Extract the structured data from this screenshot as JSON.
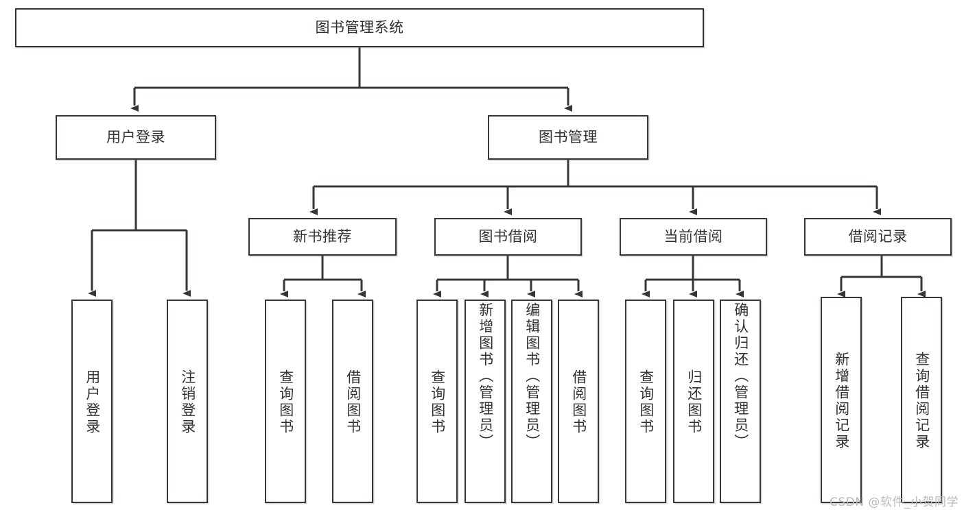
{
  "diagram": {
    "title_node": {
      "id": "root",
      "label": "图书管理系统"
    },
    "level2": [
      {
        "id": "login",
        "label": "用户登录"
      },
      {
        "id": "bookmgmt",
        "label": "图书管理"
      }
    ],
    "level3": [
      {
        "id": "newbook",
        "label": "新书推荐"
      },
      {
        "id": "borrow",
        "label": "图书借阅"
      },
      {
        "id": "current",
        "label": "当前借阅"
      },
      {
        "id": "records",
        "label": "借阅记录"
      }
    ],
    "leaves": [
      {
        "id": "leaf-user-login",
        "label": "用户登录",
        "parent": "login"
      },
      {
        "id": "leaf-user-logout",
        "label": "注销登录",
        "parent": "login"
      },
      {
        "id": "leaf-query-book-1",
        "label": "查询图书",
        "parent": "newbook"
      },
      {
        "id": "leaf-borrow-book-1",
        "label": "借阅图书",
        "parent": "newbook"
      },
      {
        "id": "leaf-query-book-2",
        "label": "查询图书",
        "parent": "borrow"
      },
      {
        "id": "leaf-add-book",
        "label": "新增图书（管理员）",
        "parent": "borrow"
      },
      {
        "id": "leaf-edit-book",
        "label": "编辑图书（管理员）",
        "parent": "borrow"
      },
      {
        "id": "leaf-borrow-book-2",
        "label": "借阅图书",
        "parent": "borrow"
      },
      {
        "id": "leaf-query-book-3",
        "label": "查询图书",
        "parent": "current"
      },
      {
        "id": "leaf-return-book",
        "label": "归还图书",
        "parent": "current"
      },
      {
        "id": "leaf-confirm-return",
        "label": "确认归还（管理员）",
        "parent": "current"
      },
      {
        "id": "leaf-add-record",
        "label": "新增借阅记录",
        "parent": "records"
      },
      {
        "id": "leaf-query-record",
        "label": "查询借阅记录",
        "parent": "records"
      }
    ],
    "watermark": "CSDN @软件_小贺同学",
    "colors": {
      "stroke": "#33363b",
      "text": "#2f3136",
      "background": "#ffffff",
      "watermark": "#b9babd"
    }
  }
}
